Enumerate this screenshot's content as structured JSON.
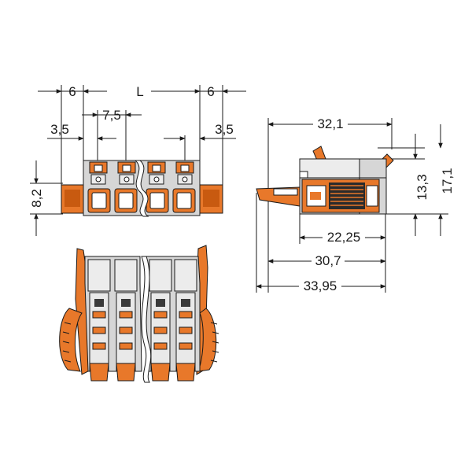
{
  "dimensions": {
    "front_left_edge": "6",
    "front_length": "L",
    "front_right_edge": "6",
    "front_pitch": "7,5",
    "front_left_offset": "3,5",
    "front_right_offset": "3,5",
    "front_height": "8,2",
    "side_top_length": "32,1",
    "side_inner_height": "13,3",
    "side_total_height": "17,1",
    "side_body_length": "22,25",
    "side_mid_length": "30,7",
    "side_total_length": "33,95"
  },
  "colors": {
    "orange": "#e8782a",
    "orange_dark": "#c85a10",
    "housing_gray": "#d6d6d6",
    "housing_light": "#ececec",
    "line": "#1a1a1a"
  }
}
